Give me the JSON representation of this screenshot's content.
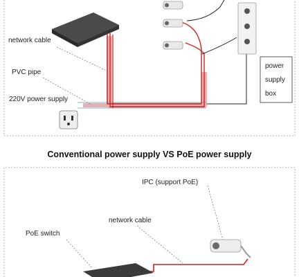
{
  "top_panel": {
    "network_cable": "network cable",
    "pvc_pipe": "PVC pipe",
    "power_220v": "220V power supply",
    "power_supply_box": [
      "power",
      "supply",
      "box"
    ]
  },
  "title": "Conventional power supply VS PoE power supply",
  "bottom_panel": {
    "ipc": "IPC (support PoE)",
    "network_cable": "network cable",
    "poe_switch": "PoE switch"
  },
  "colors": {
    "cable": "#d11f1f",
    "pipe": "#e7b1b1",
    "pipe_blue": "#5aa2c0",
    "border": "#b6b6b6",
    "switch": "#3a3a3a"
  }
}
